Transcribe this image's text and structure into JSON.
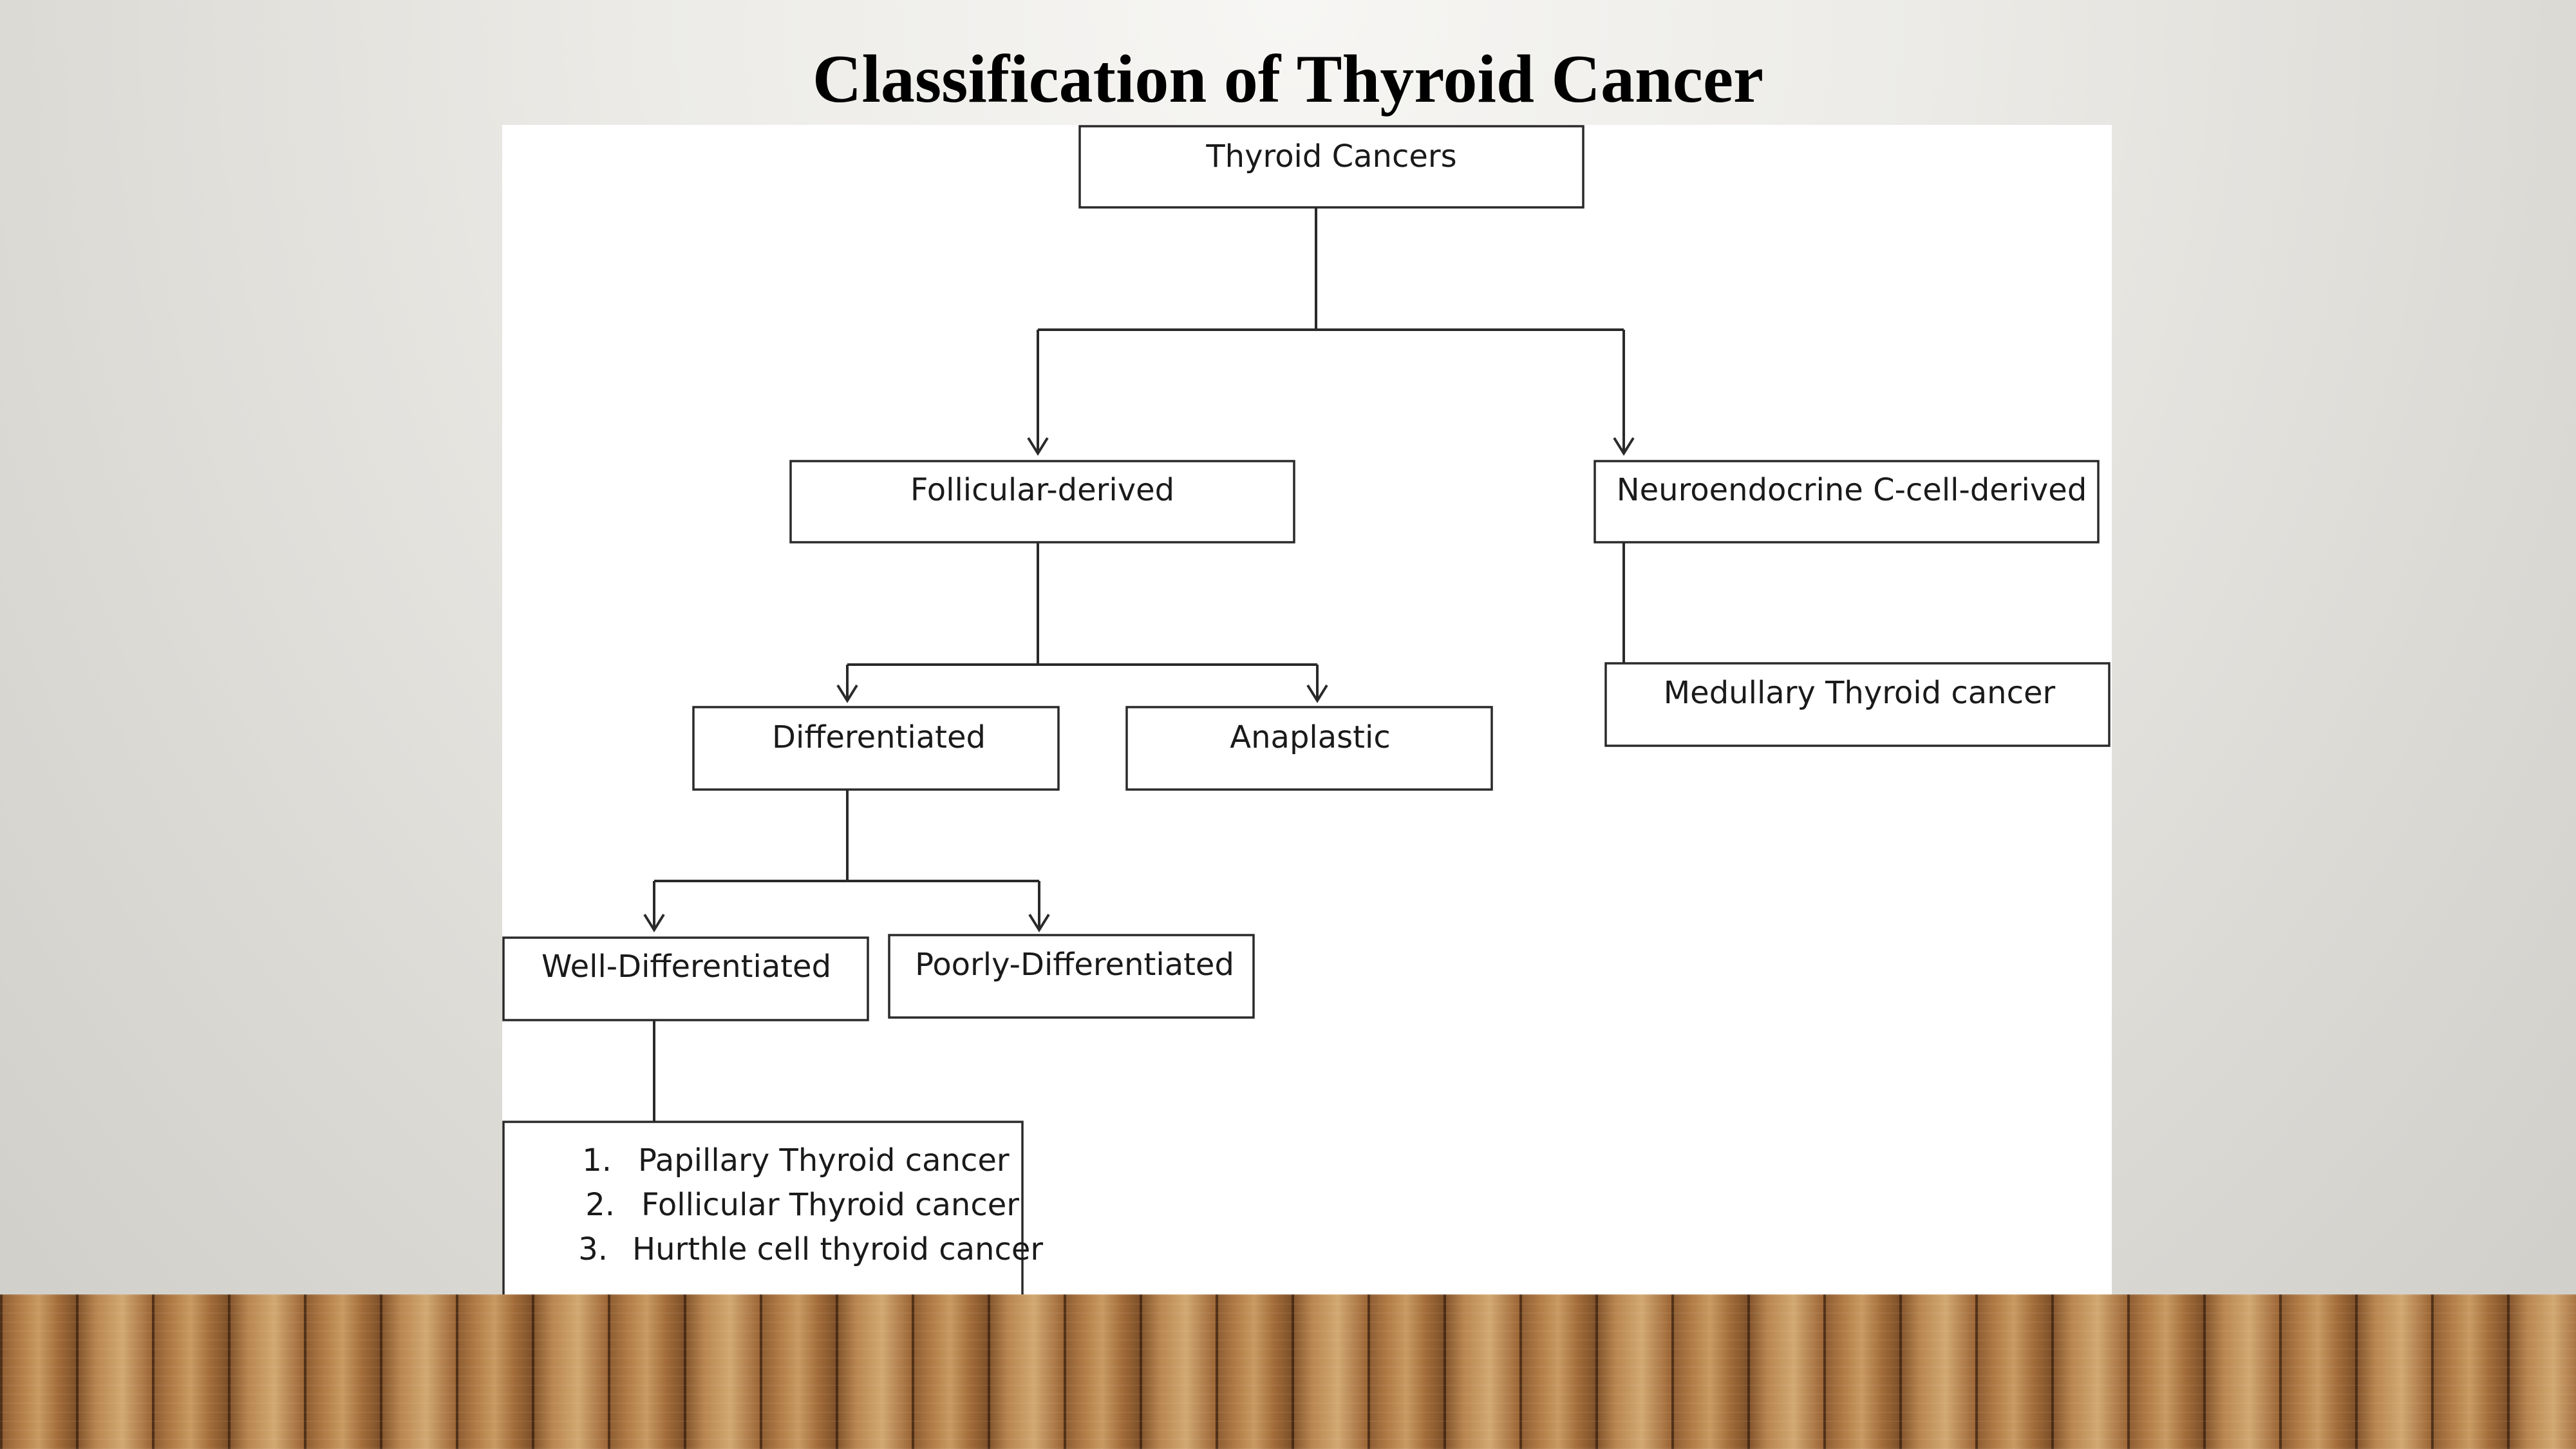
{
  "title": "Classification of Thyroid Cancer",
  "diagram": {
    "nodes": {
      "thyroid_cancers": "Thyroid Cancers",
      "follicular_derived": "Follicular-derived",
      "neuroendocrine": "Neuroendocrine C-cell-derived",
      "differentiated": "Differentiated",
      "anaplastic": "Anaplastic",
      "medullary": "Medullary Thyroid cancer",
      "well_differentiated": "Well-Differentiated",
      "poorly_differentiated": "Poorly-Differentiated"
    },
    "well_differentiated_types": [
      {
        "number": "1.",
        "label": "Papillary Thyroid cancer"
      },
      {
        "number": "2.",
        "label": "Follicular Thyroid cancer"
      },
      {
        "number": "3.",
        "label": "Hurthle cell thyroid cancer"
      }
    ]
  }
}
